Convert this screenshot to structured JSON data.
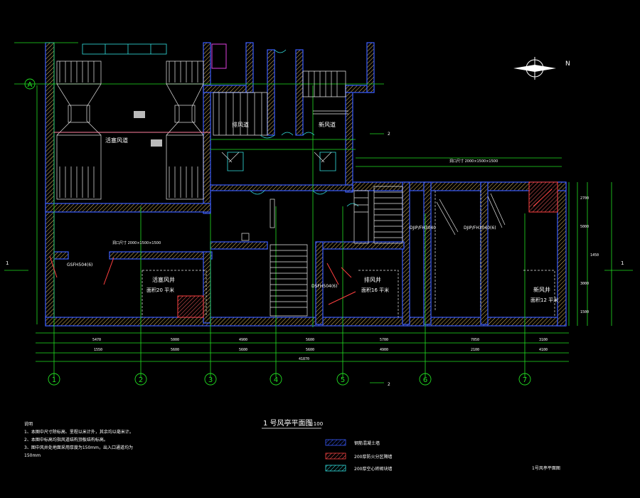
{
  "drawing": {
    "title": "1 号风亭平面图",
    "scale": "1:100",
    "north_label": "N",
    "axis_a": "A",
    "section_mark_left": "1",
    "section_mark_right": "1",
    "section_mark_top": "2",
    "section_mark_bottom": "2"
  },
  "grid_axes": [
    "1",
    "2",
    "3",
    "4",
    "5",
    "6",
    "7"
  ],
  "rooms": {
    "fan_room": "活塞风道",
    "exhaust_duct": "排风道",
    "intake_duct": "新风道",
    "piston_shaft": "活塞风井",
    "piston_shaft_area": "面积20  平米",
    "exhaust_shaft": "排风井",
    "exhaust_shaft_area": "面积16  平米",
    "intake_shaft": "新风井",
    "intake_shaft_area": "面积12  平米"
  },
  "equipment": {
    "opening_left": "洞口尺寸 2000×1500×1500",
    "opening_right": "洞口尺寸 2000×1500×1500",
    "damper_left": "GSFH504(6)",
    "damper_mid": "DSFH504(6)",
    "damper_right1": "DJIP/FH3040",
    "damper_right2": "DJIP/FH3040(6)"
  },
  "dimensions": {
    "row1": [
      "5470",
      "5000",
      "4900",
      "5600",
      "5700",
      "7050",
      "3100"
    ],
    "row2": [
      "1550",
      "5600",
      "5600",
      "5600",
      "4900",
      "2100",
      "4100"
    ],
    "total": "41870",
    "right_side": [
      "2700",
      "5000",
      "1450",
      "3000",
      "1500"
    ]
  },
  "notes": {
    "heading": "说明",
    "items": [
      "1、本图中尺寸除标高、里程以米计外，其余均以毫米计。",
      "2、本图中标高均指风道结构顶板结构标高。",
      "3、图中风井处地面采用厚度为150mm，出入口通道均为"
    ],
    "tail": "150mm"
  },
  "legend": {
    "items": [
      "钢筋混凝土墙",
      "200厚防火分区隔墙",
      "200厚空心砖砌块墙"
    ],
    "sheet_title": "1号风亭平面图"
  },
  "colors": {
    "background": "#000000",
    "wall_outline": "#3a5cff",
    "grid": "#22e022",
    "cyan": "#33e0e0",
    "red": "#ff4040"
  }
}
